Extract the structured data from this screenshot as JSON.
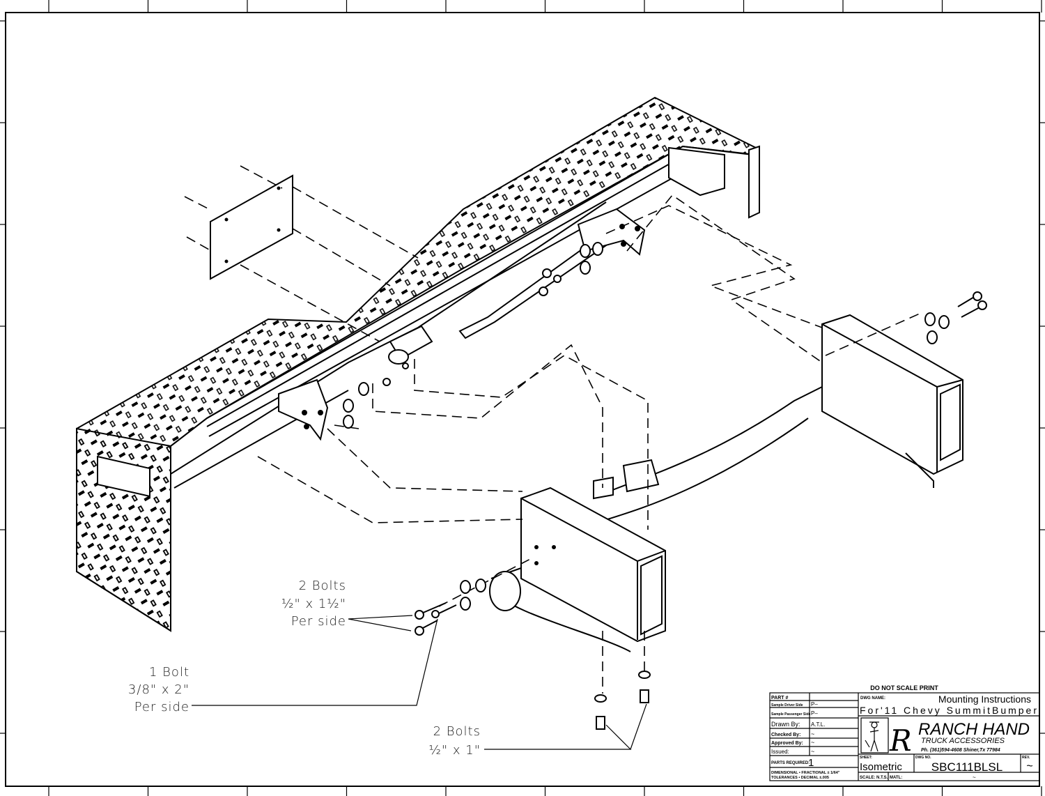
{
  "callouts": {
    "bolts_half_by_1half": {
      "line1": "2 Bolts",
      "line2": "½\" x 1½\"",
      "line3": "Per side"
    },
    "bolt_3_8_by_2": {
      "line1": "1 Bolt",
      "line2": "3/8\" x 2\"",
      "line3": "Per side"
    },
    "bolts_half_by_1": {
      "line1": "2 Bolts",
      "line2": "½\" x 1\""
    }
  },
  "title_block": {
    "notice": "DO NOT SCALE PRINT",
    "part_label": "PART #",
    "part_value": "",
    "driver_side_label": "Sample Driver Side",
    "driver_side_value": "P–",
    "passenger_side_label": "Sample Passenger Side",
    "passenger_side_value": "P–",
    "drawn_by_label": "Drawn By:",
    "drawn_by_value": "A.T.L.",
    "checked_by_label": "Checked By:",
    "checked_by_value": "~",
    "approved_by_label": "Approved By:",
    "approved_by_value": "~",
    "issued_label": "Issued:",
    "issued_value": "~",
    "parts_required_label": "PARTS REQUIRED:",
    "parts_required_value": "1",
    "tolerances_label_1": "DIMENSIONAL • FRACTIONAL ± 1/64\"",
    "tolerances_label_2": "TOLERANCES • DECIMAL    ±.005",
    "dwg_name_label": "DWG NAME:",
    "dwg_name_line1": "Mounting Instructions",
    "dwg_name_line2": "For'11 Chevy SummitBumper",
    "company_name": "RANCH HAND",
    "company_sub": "TRUCK ACCESSORIES",
    "company_contact": "Ph. (361)594-4608 Shiner,Tx 77984",
    "sheet_label": "SHEET:",
    "sheet_value": "Isometric",
    "dwg_no_label": "DWG NO.",
    "dwg_no_value": "SBC111BLSL",
    "rev_label": "REV.",
    "rev_value": "~",
    "scale_label": "SCALE: N.T.S.",
    "matl_label": "MATL:",
    "matl_value": "~"
  }
}
